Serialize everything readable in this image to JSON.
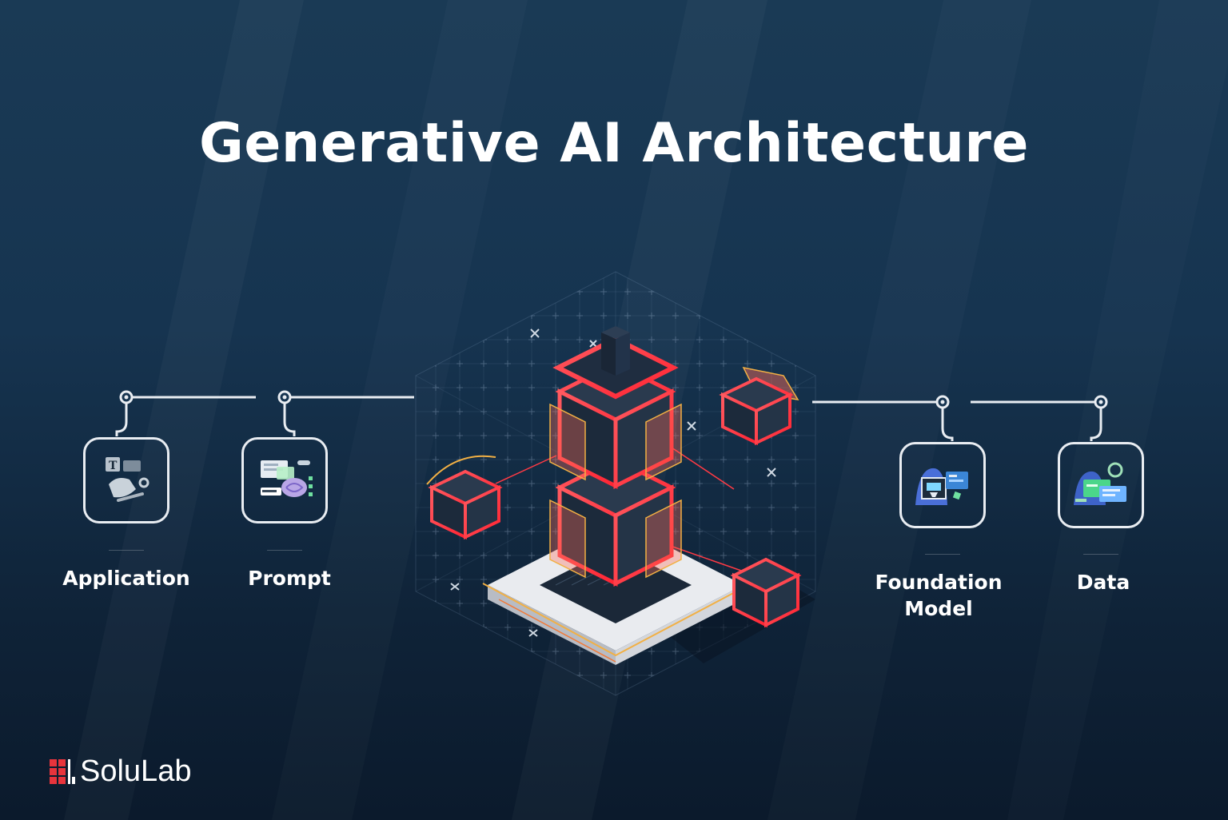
{
  "title": "Generative AI Architecture",
  "components": [
    {
      "label": "Application",
      "icon": "application-icon"
    },
    {
      "label": "Prompt",
      "icon": "prompt-icon"
    },
    {
      "label": "Foundation\nModel",
      "icon": "foundation-model-icon"
    },
    {
      "label": "Data",
      "icon": "data-icon"
    }
  ],
  "logo": {
    "text": "SoluLab"
  },
  "colors": {
    "accent": "#ff3040",
    "line": "#e9edf2",
    "background": "#163450"
  }
}
